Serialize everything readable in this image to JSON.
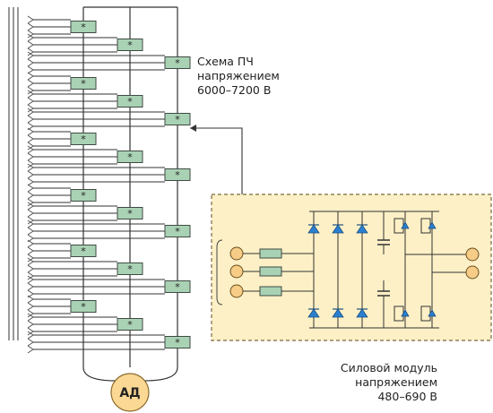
{
  "labels": {
    "converter_lines": [
      "Схема ПЧ",
      "напряжением",
      "6000–7200 В"
    ],
    "module_lines": [
      "Силовой модуль",
      "напряжением",
      "480–690 В"
    ],
    "motor": "АД",
    "cell": "*"
  },
  "colors": {
    "cell_fill": "#a9d2b4",
    "cell_stroke": "#3f4a44",
    "module_bg": "#fdf0c6",
    "module_border": "#7a6a3a",
    "diode": "#2a7fd0",
    "motor_fill": "#fbd894",
    "terminal_fill": "#f6cc86",
    "wire": "#333333"
  }
}
